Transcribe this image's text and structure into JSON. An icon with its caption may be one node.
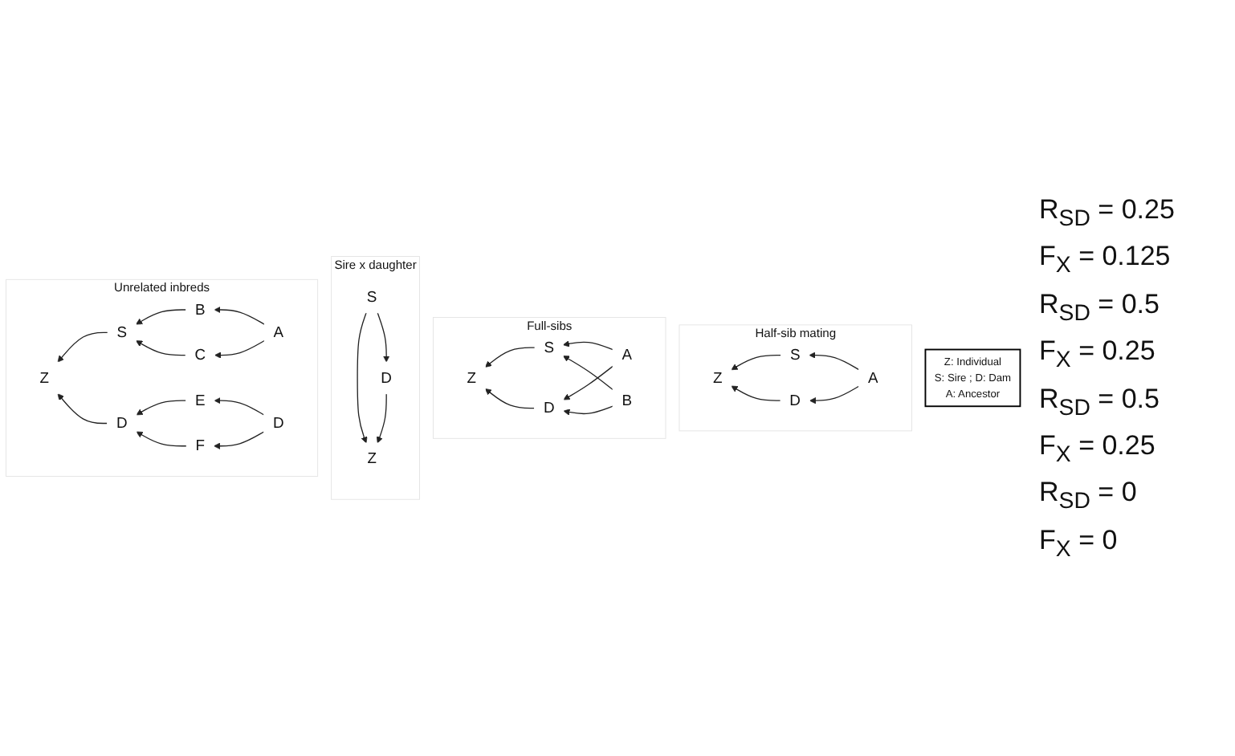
{
  "diagram": {
    "nodes": [
      {
        "text": [
          "Half-sib mating"
        ]
      },
      {
        "text": [
          "S"
        ],
        "in": 0
      },
      {
        "text": [
          "Z"
        ],
        "in": 0
      },
      {
        "text": [
          "A"
        ],
        "in": 0
      },
      {
        "text": [
          "D"
        ],
        "in": 0
      },
      {
        "text": [
          "Full-sibs"
        ]
      },
      {
        "text": [
          "S"
        ],
        "in": 5
      },
      {
        "text": [
          "A"
        ],
        "in": 5
      },
      {
        "text": [
          "Z"
        ],
        "in": 5
      },
      {
        "text": [
          "D"
        ],
        "in": 5
      },
      {
        "text": [
          "B"
        ],
        "in": 5
      },
      {
        "text": [
          "Sire x daughter"
        ]
      },
      {
        "text": [
          "S"
        ],
        "in": 11
      },
      {
        "text": [
          "D"
        ],
        "in": 11
      },
      {
        "text": [
          "Z"
        ],
        "in": 11
      },
      {
        "text": [
          "Unrelated inbreds"
        ]
      },
      {
        "text": [
          "B"
        ],
        "in": 15
      },
      {
        "text": [
          "S"
        ],
        "in": 15
      },
      {
        "text": [
          "A"
        ],
        "in": 15
      },
      {
        "text": [
          "Z"
        ],
        "in": 15
      },
      {
        "text": [
          "C"
        ],
        "in": 15
      },
      {
        "text": [
          "E"
        ],
        "in": 15
      },
      {
        "text": [
          "D"
        ],
        "in": 15
      },
      {
        "text": [
          "D"
        ],
        "in": 15
      },
      {
        "text": [
          "F"
        ],
        "in": 15
      },
      {
        "text": [
          "Z: Individual",
          "S: Sire ; D: Dam",
          "A: Ancestor"
        ]
      }
    ],
    "edges": [
      {
        "from": 1,
        "to": 2,
        "arrow": "to"
      },
      {
        "from": 4,
        "to": 2,
        "arrow": "to"
      },
      {
        "from": 3,
        "to": 1,
        "arrow": "to"
      },
      {
        "from": 3,
        "to": 4,
        "arrow": "to"
      },
      {
        "from": 6,
        "to": 8,
        "arrow": "to"
      },
      {
        "from": 9,
        "to": 8,
        "arrow": "to"
      },
      {
        "from": 7,
        "to": 6,
        "arrow": "to"
      },
      {
        "from": 7,
        "to": 9,
        "arrow": "to"
      },
      {
        "from": 10,
        "to": 6,
        "arrow": "to"
      },
      {
        "from": 10,
        "to": 9,
        "arrow": "to"
      },
      {
        "from": 12,
        "to": 14,
        "arrow": "to"
      },
      {
        "from": 12,
        "to": 13,
        "arrow": "to"
      },
      {
        "from": 13,
        "to": 14,
        "arrow": "to"
      },
      {
        "from": 17,
        "to": 19,
        "arrow": "to"
      },
      {
        "from": 22,
        "to": 19,
        "arrow": "to"
      },
      {
        "from": 16,
        "to": 17,
        "arrow": "to"
      },
      {
        "from": 20,
        "to": 17,
        "arrow": "to"
      },
      {
        "from": 18,
        "to": 16,
        "arrow": "to"
      },
      {
        "from": 18,
        "to": 20,
        "arrow": "to"
      },
      {
        "from": 21,
        "to": 22,
        "arrow": "to"
      },
      {
        "from": 24,
        "to": 22,
        "arrow": "to"
      },
      {
        "from": 23,
        "to": 21,
        "arrow": "to"
      },
      {
        "from": 23,
        "to": 24,
        "arrow": "to"
      }
    ],
    "labels": [
      "R$_{SD}$ = 0.25",
      "F$_{X}$ = 0.125",
      "R$_{SD}$ = 0.5",
      "F$_{X}$ = 0.25",
      "R$_{SD}$ = 0.5",
      "F$_{X}$ = 0.25",
      "R$_{SD}$ = 0",
      "F$_{X}$ = 0"
    ]
  }
}
